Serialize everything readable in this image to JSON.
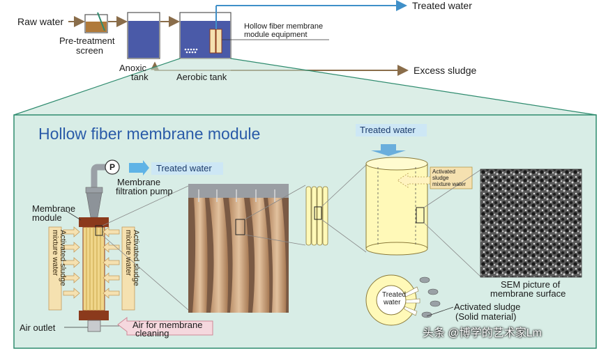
{
  "top": {
    "raw_water": "Raw water",
    "pretreatment_screen": [
      "Pre-treatment",
      "screen"
    ],
    "anoxic_tank": [
      "Anoxic",
      "tank"
    ],
    "aerobic_tank": "Aerobic tank",
    "hf_equipment": [
      "Hollow fiber membrane",
      "module equipment"
    ],
    "treated_water": "Treated water",
    "excess_sludge": "Excess sludge"
  },
  "module": {
    "title": "Hollow fiber membrane module",
    "treated_water": "Treated water",
    "pump_letter": "P",
    "pump_label": [
      "Membrane",
      "filtration pump"
    ],
    "membrane_module": [
      "Membrane",
      "module"
    ],
    "sludge_mixture_left": "Activated sludge mixture water",
    "sludge_mixture_right": "Activated sludge mixture water",
    "air_outlet": "Air outlet",
    "air_cleaning": [
      "Air for membrane",
      "cleaning"
    ]
  },
  "fiber": {
    "treated_water": "Treated water",
    "sludge_mixture": [
      "Activated",
      "sludge",
      "mixture water"
    ],
    "ring_label": [
      "Treated",
      "water"
    ],
    "activated_sludge": [
      "Activated sludge",
      "(Solid material)"
    ],
    "sem_caption": [
      "SEM picture of",
      "membrane surface"
    ]
  },
  "watermark": "头条 @博学的艺术家Lm",
  "colors": {
    "teal_panel": "#d8ede6",
    "teal_border": "#2e8b6e",
    "title_blue": "#2a5ba8",
    "arrow_blue": "#5fb3e6",
    "label_bg": "#cde7f5",
    "cream": "#fff9b8",
    "tan": "#f5e1b0",
    "tank_blue": "#4a5aa8",
    "brown_pipe": "#8b3a1c"
  }
}
